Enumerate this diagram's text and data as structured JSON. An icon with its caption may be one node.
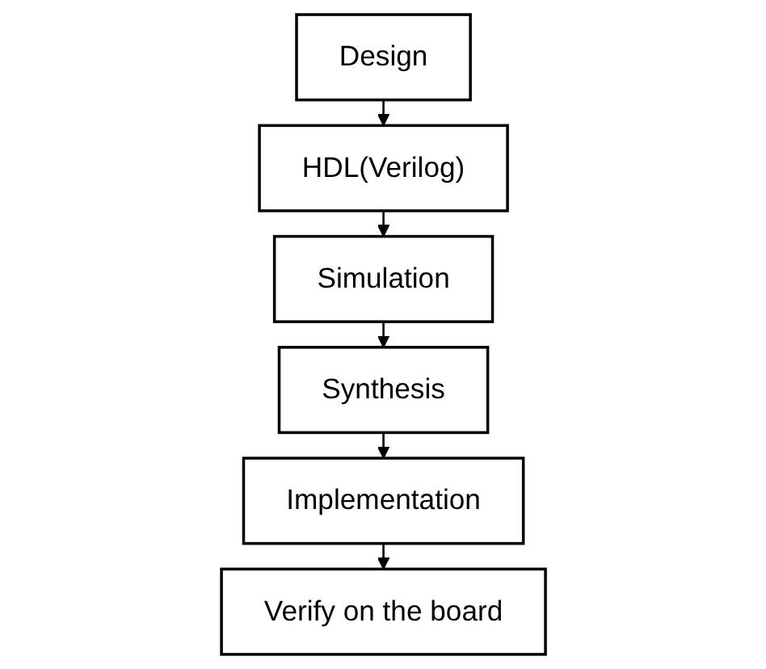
{
  "diagram": {
    "nodes": [
      {
        "text": [
          "Design"
        ]
      },
      {
        "text": [
          "HDL(Verilog)"
        ]
      },
      {
        "text": [
          "Simulation"
        ]
      },
      {
        "text": [
          "Synthesis"
        ]
      },
      {
        "text": [
          "Implementation"
        ]
      },
      {
        "text": [
          "Verify on the board"
        ]
      }
    ],
    "edges": [
      {
        "from": 0,
        "to": 1,
        "arrow": "to"
      },
      {
        "from": 1,
        "to": 2,
        "arrow": "to"
      },
      {
        "from": 2,
        "to": 3,
        "arrow": "to"
      },
      {
        "from": 3,
        "to": 4,
        "arrow": "to"
      },
      {
        "from": 4,
        "to": 5,
        "arrow": "to"
      }
    ]
  }
}
